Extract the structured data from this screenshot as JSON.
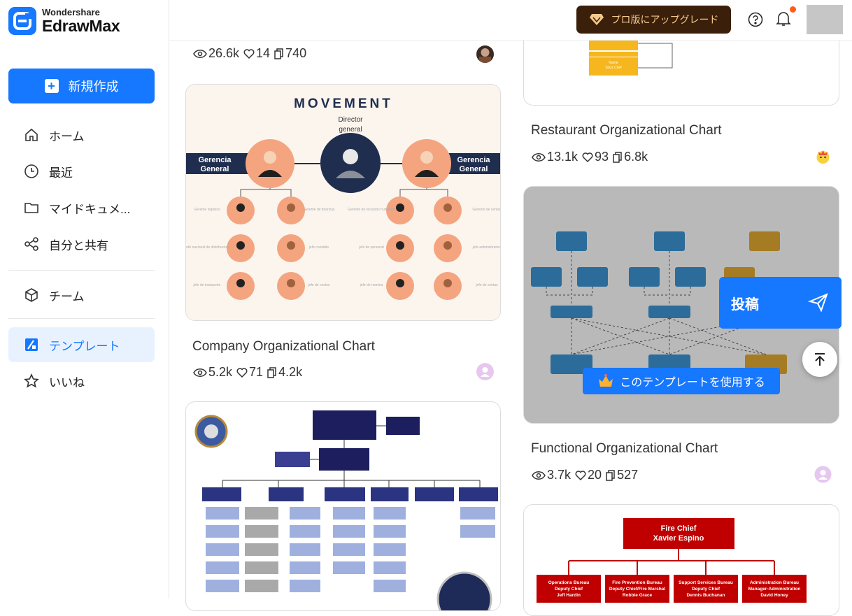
{
  "brand": {
    "company": "Wondershare",
    "product": "EdrawMax"
  },
  "sidebar": {
    "new_button": "新規作成",
    "items": [
      {
        "label": "ホーム",
        "icon": "home-icon"
      },
      {
        "label": "最近",
        "icon": "clock-icon"
      },
      {
        "label": "マイドキュメ...",
        "icon": "folder-icon"
      },
      {
        "label": "自分と共有",
        "icon": "share-icon"
      },
      {
        "label": "チーム",
        "icon": "cube-icon"
      },
      {
        "label": "テンプレート",
        "icon": "template-icon",
        "active": true
      },
      {
        "label": "いいね",
        "icon": "star-icon"
      }
    ]
  },
  "topbar": {
    "pro_label": "プロ版にアップグレード",
    "accent": "#1677ff",
    "pro_bg": "#3a1f0a",
    "pro_text_color": "#f5c98d"
  },
  "cards": {
    "top_left_stats": {
      "views": "26.6k",
      "likes": "14",
      "copies": "740"
    },
    "company": {
      "title": "Company Organizational Chart",
      "views": "5.2k",
      "likes": "71",
      "copies": "4.2k",
      "thumb": {
        "heading": "MOVEMENT",
        "director": "Director general",
        "left_band": "Gerencia General",
        "right_band": "Gerencia General"
      }
    },
    "restaurant": {
      "title": "Restaurant Organizational Chart",
      "views": "13.1k",
      "likes": "93",
      "copies": "6.8k"
    },
    "functional": {
      "title": "Functional Organizational Chart",
      "views": "3.7k",
      "likes": "20",
      "copies": "527",
      "use_button": "このテンプレートを使用する"
    },
    "fire": {
      "chief_title": "Fire Chief",
      "chief_name": "Xavier Espino",
      "units": [
        {
          "name": "Operations Bureau",
          "role": "Deputy Chief",
          "person": "Jeff Hardin"
        },
        {
          "name": "Fire Prevention Bureau",
          "role": "Deputy Chief/Fire Marshal",
          "person": "Robbie Grace"
        },
        {
          "name": "Support Services Bureau",
          "role": "Deputy Chief",
          "person": "Dennis Buchanan"
        },
        {
          "name": "Administration Bureau",
          "role": "Manager-Administration",
          "person": "David Honey"
        }
      ]
    }
  },
  "floating": {
    "post_label": "投稿"
  }
}
